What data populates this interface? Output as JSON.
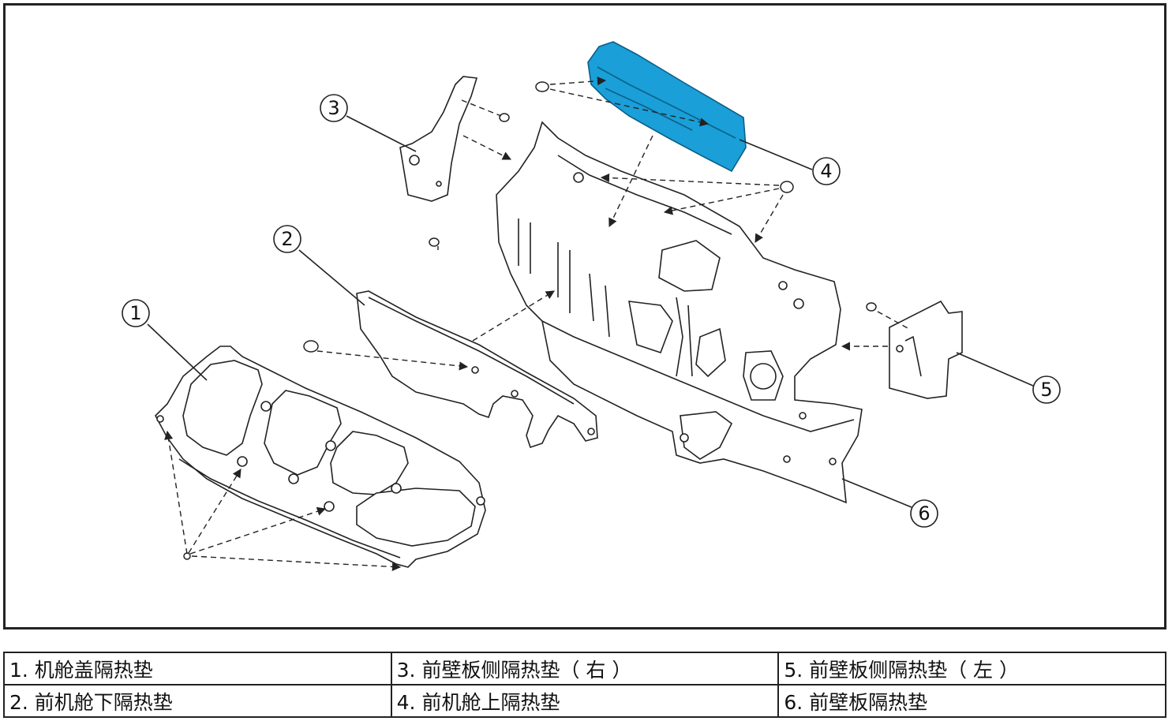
{
  "callouts": [
    "1",
    "2",
    "3",
    "4",
    "5",
    "6"
  ],
  "legend": {
    "rows": [
      [
        "1. 机舱盖隔热垫",
        "3. 前壁板侧隔热垫（ 右 ）",
        "5. 前壁板侧隔热垫（ 左 ）"
      ],
      [
        "2. 前机舱下隔热垫",
        "4. 前机舱上隔热垫",
        "6. 前壁板隔热垫"
      ]
    ]
  },
  "colors": {
    "highlight": "#1a9fd8",
    "line": "#222222",
    "border": "#222222"
  },
  "icons": [
    "fastener-clip-icon"
  ]
}
